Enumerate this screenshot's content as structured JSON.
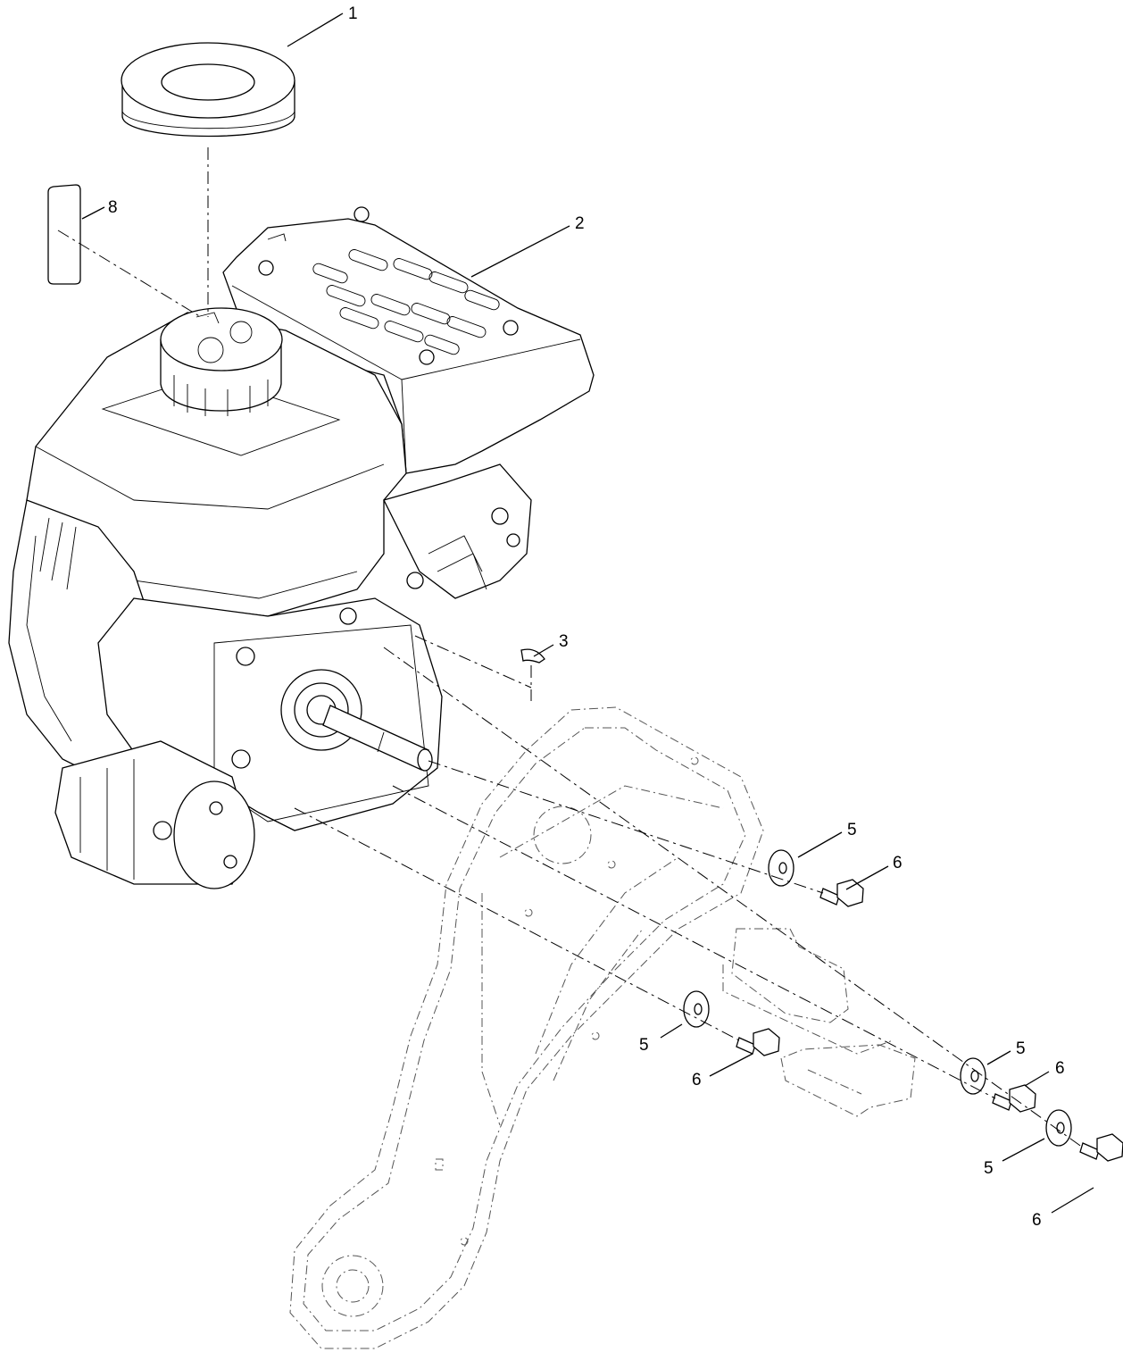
{
  "callouts": [
    "1",
    "2",
    "3",
    "5",
    "6",
    "8"
  ]
}
